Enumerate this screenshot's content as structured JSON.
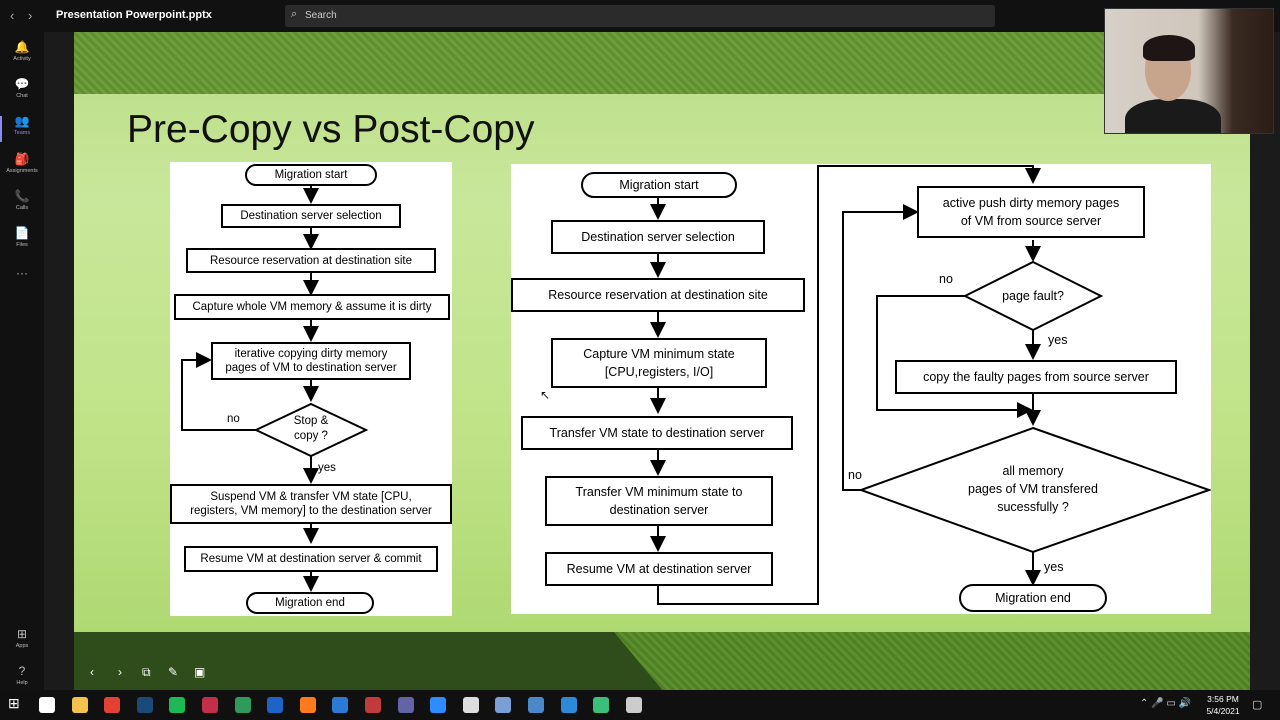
{
  "titlebar": {
    "back": "‹",
    "forward": "›",
    "title": "Presentation Powerpoint.pptx",
    "search_placeholder": "Search"
  },
  "rail": [
    {
      "label": "Activity",
      "icon": "bell-icon",
      "glyph": "🔔"
    },
    {
      "label": "Chat",
      "icon": "chat-icon",
      "glyph": "💬"
    },
    {
      "label": "Teams",
      "icon": "teams-icon",
      "glyph": "👥"
    },
    {
      "label": "Assignments",
      "icon": "assignments-icon",
      "glyph": "🎒"
    },
    {
      "label": "Calls",
      "icon": "phone-icon",
      "glyph": "📞"
    },
    {
      "label": "Files",
      "icon": "file-icon",
      "glyph": "📄"
    },
    {
      "label": "···",
      "icon": "more-icon",
      "glyph": ""
    },
    {
      "label": "Apps",
      "icon": "apps-icon",
      "glyph": "⊞"
    },
    {
      "label": "Help",
      "icon": "help-icon",
      "glyph": "?"
    }
  ],
  "slide": {
    "title": "Pre-Copy vs Post-Copy",
    "precopy": {
      "start": "Migration start",
      "dest_sel": "Destination server selection",
      "reserve": "Resource reservation at destination site",
      "capture": "Capture whole VM memory & assume it is dirty",
      "iter_line1": "iterative copying dirty memory",
      "iter_line2": "pages of VM to destination server",
      "decision_line1": "Stop &",
      "decision_line2": "copy ?",
      "no": "no",
      "yes": "yes",
      "suspend_line1": "Suspend VM & transfer VM state [CPU,",
      "suspend_line2": "registers, VM memory] to the destination server",
      "resume": "Resume VM at destination server & commit",
      "end": "Migration end"
    },
    "postcopy": {
      "start": "Migration start",
      "dest_sel": "Destination server selection",
      "reserve": "Resource reservation at destination site",
      "capture_line1": "Capture VM minimum state",
      "capture_line2": "[CPU,registers, I/O]",
      "transfer_state": "Transfer VM state to destination server",
      "transfer_min_line1": "Transfer VM minimum state to",
      "transfer_min_line2": "destination server",
      "resume": "Resume VM at destination server",
      "push_line1": "active push dirty memory pages",
      "push_line2": "of VM from source server",
      "pagefault": "page fault?",
      "no1": "no",
      "yes1": "yes",
      "copy_faulty": "copy the faulty pages from source server",
      "all_line1": "all memory",
      "all_line2": "pages of VM transfered",
      "all_line3": "sucessfully ?",
      "no2": "no",
      "yes2": "yes",
      "end": "Migration end"
    }
  },
  "taskbar": {
    "time": "3:56 PM",
    "date": "5/4/2021",
    "apps": [
      {
        "icon": "task-view-icon",
        "color": "#ffffff"
      },
      {
        "icon": "file-explorer-icon",
        "color": "#f2c14e"
      },
      {
        "icon": "chrome-icon",
        "color": "#e34133"
      },
      {
        "icon": "steam-icon",
        "color": "#1b4a7a"
      },
      {
        "icon": "spotify-icon",
        "color": "#1db954"
      },
      {
        "icon": "vivaldi-icon",
        "color": "#c0304a"
      },
      {
        "icon": "book-icon",
        "color": "#2e9b5d"
      },
      {
        "icon": "live-icon",
        "color": "#1e63c7"
      },
      {
        "icon": "firefox-icon",
        "color": "#ff7a1a"
      },
      {
        "icon": "app-blue-icon",
        "color": "#2b7bd6"
      },
      {
        "icon": "app-red-icon",
        "color": "#c23b3b"
      },
      {
        "icon": "teams-app-icon",
        "color": "#6264a7"
      },
      {
        "icon": "zoom-icon",
        "color": "#2d8cff"
      },
      {
        "icon": "terminal-icon",
        "color": "#dddddd"
      },
      {
        "icon": "network-icon",
        "color": "#7a9ed6"
      },
      {
        "icon": "app-gray-icon",
        "color": "#4a88c7"
      },
      {
        "icon": "vscode-icon",
        "color": "#2c8ad8"
      },
      {
        "icon": "chat-app-icon",
        "color": "#3bc07a"
      },
      {
        "icon": "obs-icon",
        "color": "#cccccc"
      }
    ]
  }
}
